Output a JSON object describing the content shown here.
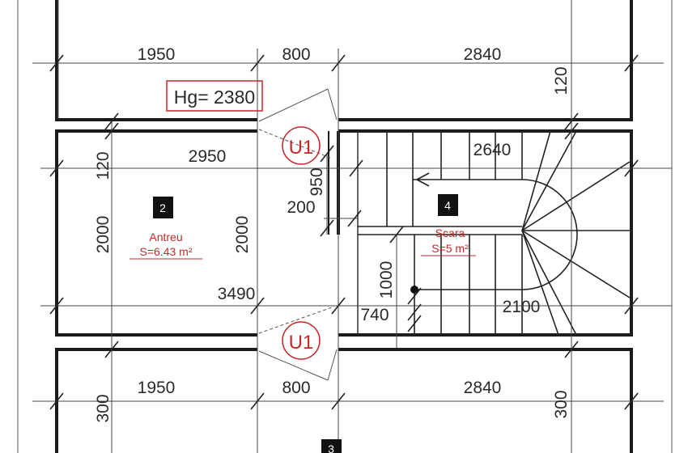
{
  "dimensions": {
    "top_left": "1950",
    "top_door": "800",
    "top_right": "2840",
    "top_right_vertical": "120",
    "hall_width": "2950",
    "left_small": "120",
    "left_height": "2000",
    "inner_height": "2000",
    "door_offset": "950",
    "small_200": "200",
    "hall_length": "3490",
    "stair_width": "2640",
    "stair_height": "1000",
    "stair_740": "740",
    "stair_2100": "2100",
    "bottom_left": "1950",
    "bottom_door": "800",
    "bottom_right": "2840",
    "bottom_left_vertical": "300",
    "bottom_right_vertical": "300"
  },
  "height_label": "Hg= 2380",
  "door_marks": {
    "top": "U1",
    "bottom": "U1"
  },
  "rooms": {
    "antreu": {
      "number": "2",
      "name": "Antreu",
      "area": "S=6.43 m²"
    },
    "scara": {
      "number": "4",
      "name": "Scara",
      "area": "S=5 m²"
    },
    "bottom": {
      "number": "3"
    }
  },
  "colors": {
    "wall": "#1a1a1a",
    "annotation": "#c62828"
  }
}
